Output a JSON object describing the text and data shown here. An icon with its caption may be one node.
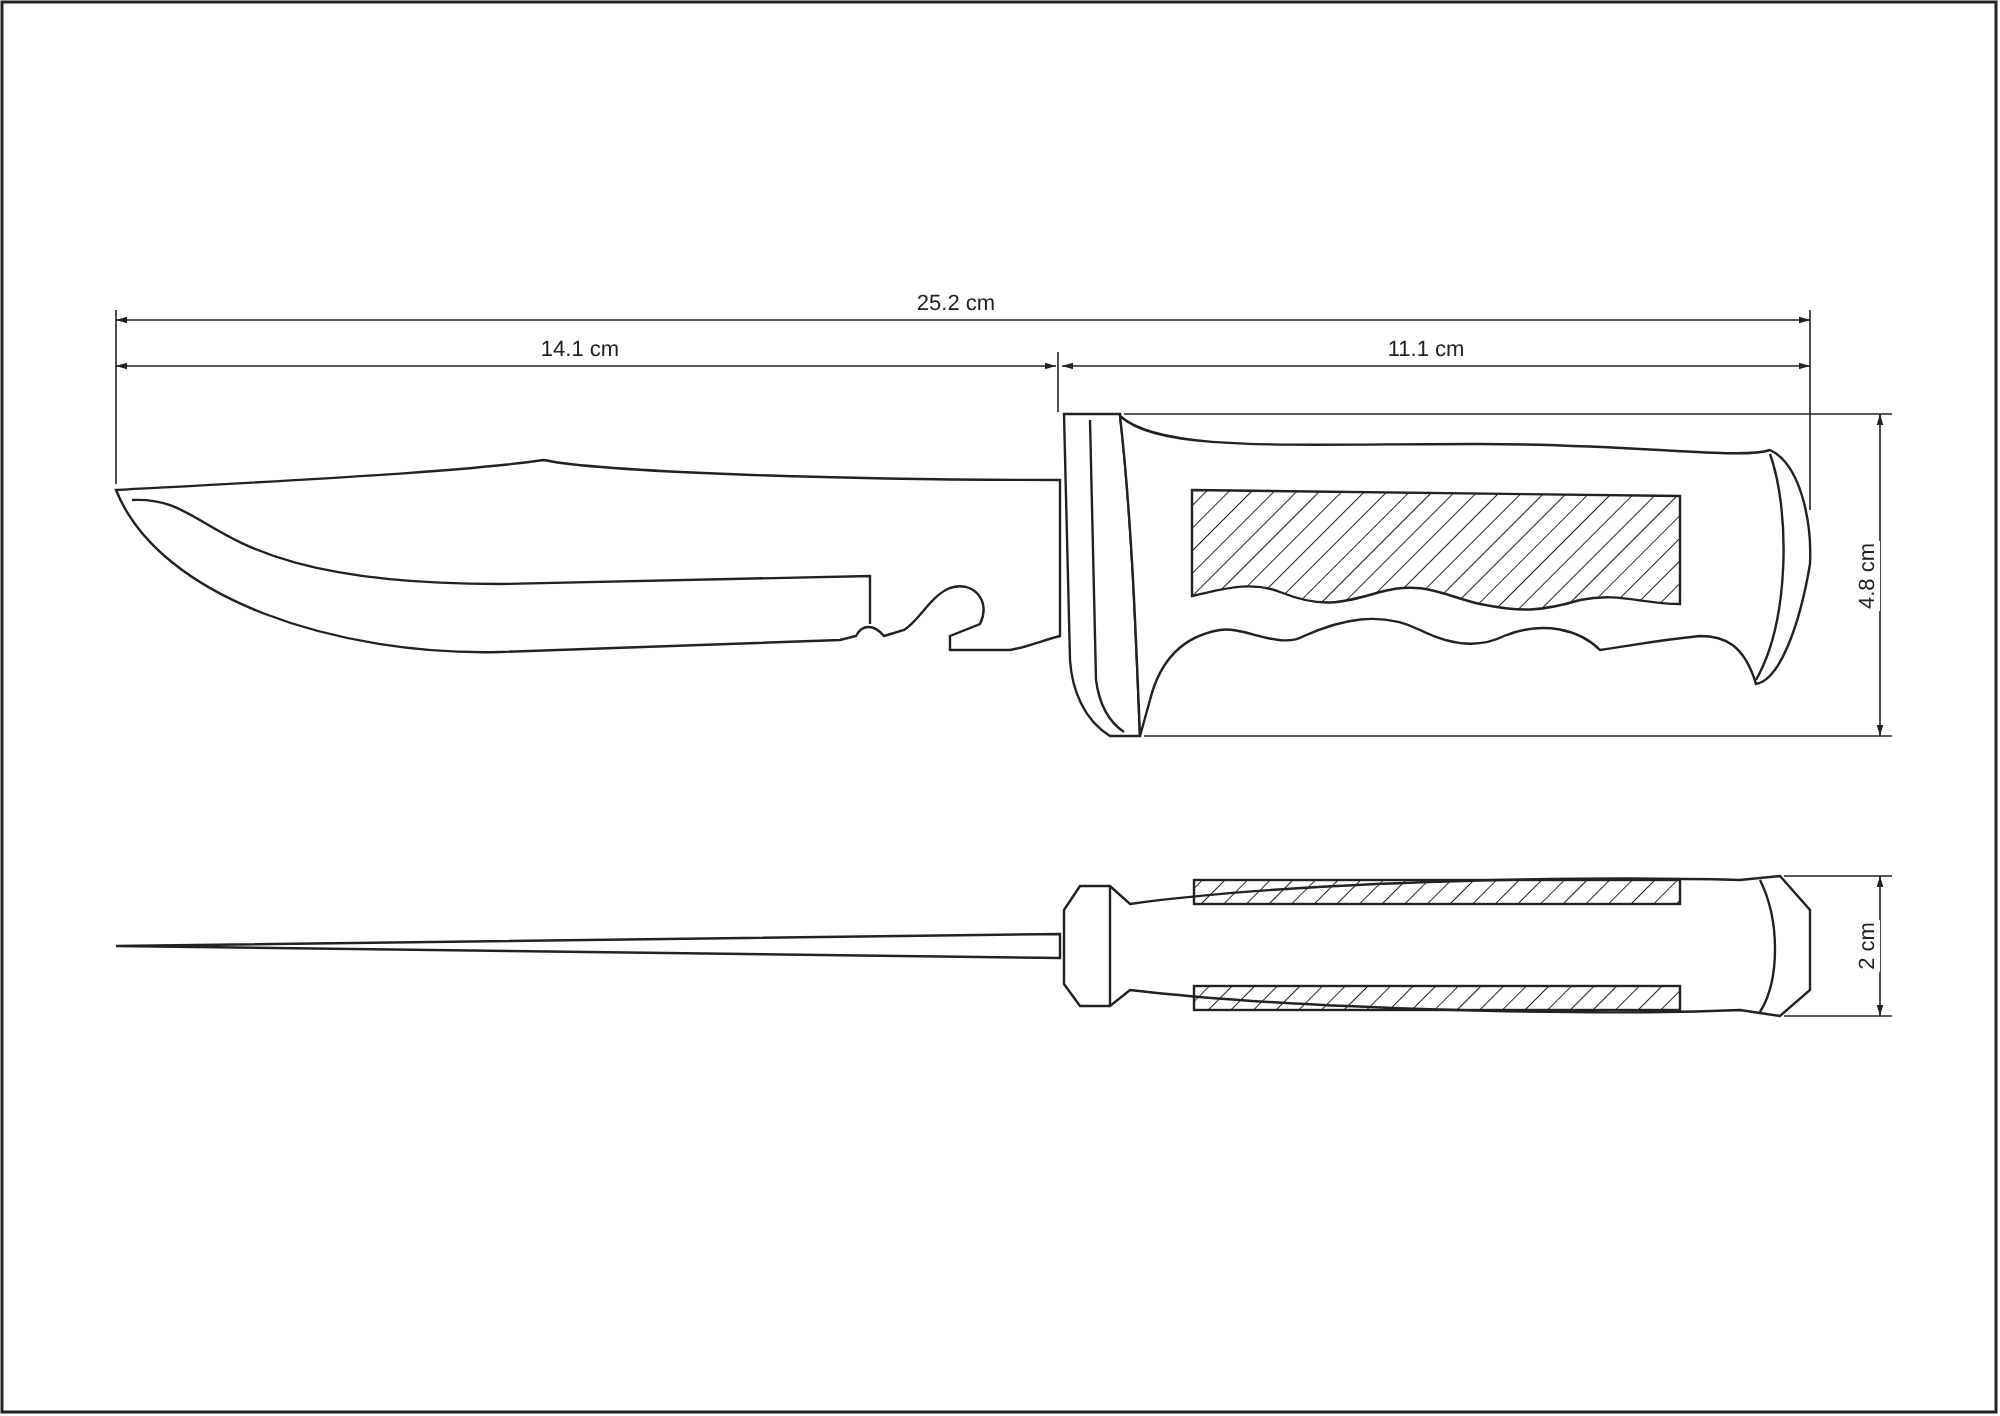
{
  "diagram": {
    "labels": [
      "25.2 cm",
      "14.1 cm",
      "11.1 cm",
      "4.8 cm",
      "2 cm"
    ]
  }
}
